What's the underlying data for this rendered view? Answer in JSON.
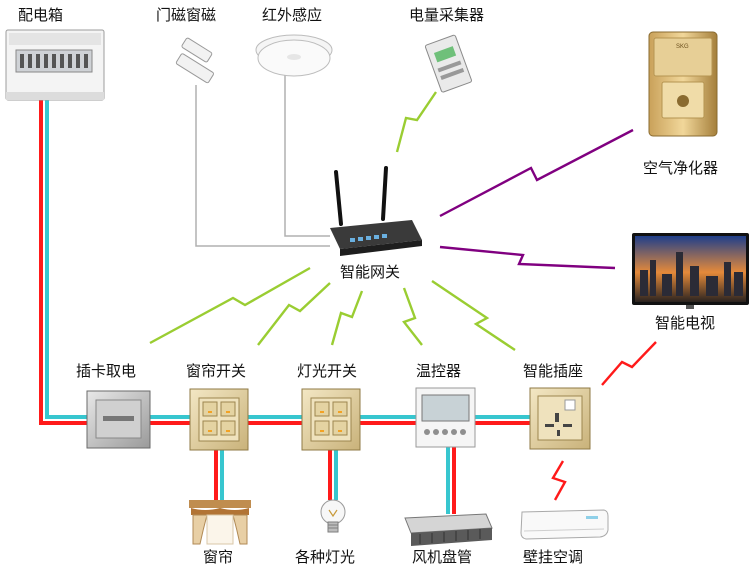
{
  "labels": {
    "distribution_box": "配电箱",
    "door_window_sensor": "门磁窗磁",
    "infrared_sensor": "红外感应",
    "power_collector": "电量采集器",
    "air_purifier": "空气净化器",
    "gateway": "智能网关",
    "smart_tv": "智能电视",
    "card_switch": "插卡取电",
    "curtain_switch": "窗帘开关",
    "light_switch": "灯光开关",
    "thermostat": "温控器",
    "smart_socket": "智能插座",
    "curtain": "窗帘",
    "lights": "各种灯光",
    "fan_coil": "风机盘管",
    "wall_ac": "壁挂空调"
  },
  "brand": {
    "purifier_logo": "SKG"
  },
  "colors": {
    "power_red": "#ff1a1a",
    "power_cyan": "#37c6cf",
    "wireless_green": "#9acd32",
    "wireless_purple": "#800080",
    "wireless_red": "#ff1a1a",
    "signal_wire": "#b0b0b0"
  }
}
